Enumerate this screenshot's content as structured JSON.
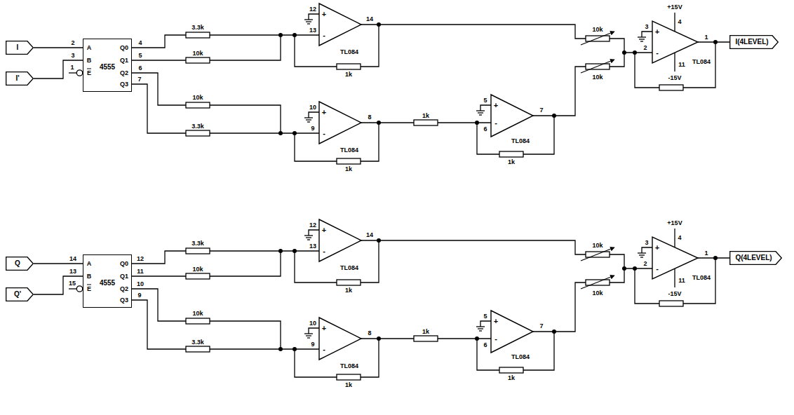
{
  "diagram": {
    "nodes": [
      {
        "text": [
          "I"
        ]
      },
      {
        "text": [
          "I'"
        ]
      },
      {
        "text": [
          "4555"
        ]
      },
      {
        "text": [
          "I(4LEVEL)"
        ]
      },
      {
        "text": [
          "Q"
        ]
      },
      {
        "text": [
          "Q'"
        ]
      },
      {
        "text": [
          "4555"
        ]
      },
      {
        "text": [
          "Q(4LEVEL)"
        ]
      }
    ],
    "edges": [
      {
        "from": 0,
        "to": 2,
        "arrow": "none"
      },
      {
        "from": 1,
        "to": 2,
        "arrow": "none"
      },
      {
        "from": 4,
        "to": 6,
        "arrow": "none"
      },
      {
        "from": 5,
        "to": 6,
        "arrow": "none"
      }
    ],
    "labels": [
      "2",
      "3",
      "1",
      "4",
      "5",
      "6",
      "7",
      "A",
      "B",
      "E",
      "Q0",
      "Q1",
      "Q2",
      "Q3",
      "3.3k",
      "10k",
      "10k",
      "3.3k",
      "12",
      "13",
      "14",
      "+",
      "-",
      "TL084",
      "1k",
      "10",
      "9",
      "8",
      "+",
      "-",
      "TL084",
      "1k",
      "1k",
      "5",
      "6",
      "7",
      "+",
      "-",
      "TL084",
      "1k",
      "10k",
      "10k",
      "3",
      "2",
      "1",
      "4",
      "11",
      "+15V",
      "-15V",
      "+",
      "-",
      "TL084",
      "14",
      "13",
      "15",
      "12",
      "11",
      "10",
      "9",
      "A",
      "B",
      "E",
      "Q0",
      "Q1",
      "Q2",
      "Q3",
      "3.3k",
      "10k",
      "10k",
      "3.3k",
      "12",
      "13",
      "14",
      "+",
      "-",
      "TL084",
      "1k",
      "10",
      "9",
      "8",
      "+",
      "-",
      "TL084",
      "1k",
      "1k",
      "5",
      "6",
      "7",
      "+",
      "-",
      "TL084",
      "1k",
      "10k",
      "10k",
      "3",
      "2",
      "1",
      "4",
      "11",
      "+15V",
      "-15V",
      "+",
      "-",
      "TL084"
    ]
  }
}
